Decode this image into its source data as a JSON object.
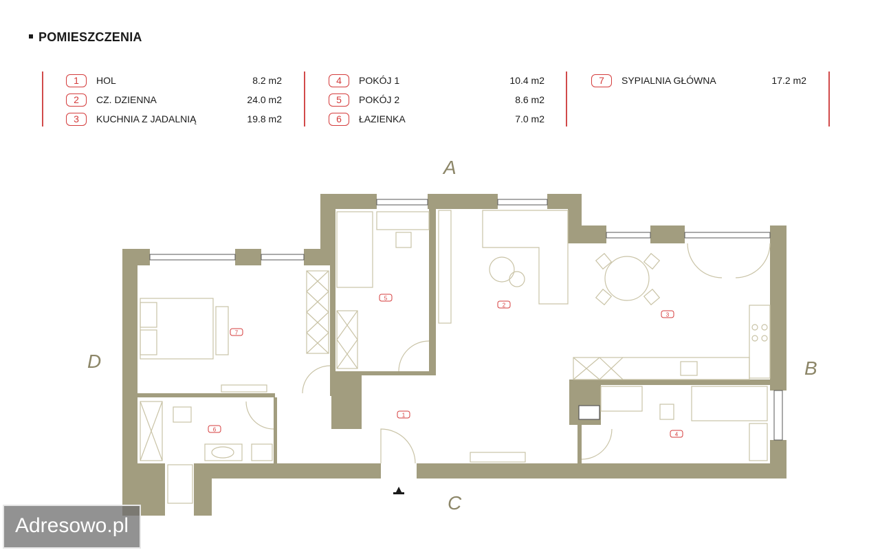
{
  "heading": "POMIESZCZENIA",
  "rooms": [
    {
      "num": "1",
      "name": "HOL",
      "area": "8.2  m2"
    },
    {
      "num": "2",
      "name": "CZ. DZIENNA",
      "area": "24.0  m2"
    },
    {
      "num": "3",
      "name": "KUCHNIA Z JADALNIĄ",
      "area": "19.8  m2"
    },
    {
      "num": "4",
      "name": "POKÓJ 1",
      "area": "10.4  m2"
    },
    {
      "num": "5",
      "name": "POKÓJ 2",
      "area": "8.6  m2"
    },
    {
      "num": "6",
      "name": "ŁAZIENKA",
      "area": "7.0  m2"
    },
    {
      "num": "7",
      "name": "SYPIALNIA GŁÓWNA",
      "area": "17.2  m2"
    }
  ],
  "compass": {
    "north": "A",
    "east": "B",
    "south": "C",
    "west": "D"
  },
  "entrance_marker": "▲",
  "watermark": "Adresowo.pl",
  "colors": {
    "wall": "#a29d7f",
    "accent": "#d43b3b",
    "furniture": "#c9c3a6",
    "compass": "#8c8668"
  }
}
